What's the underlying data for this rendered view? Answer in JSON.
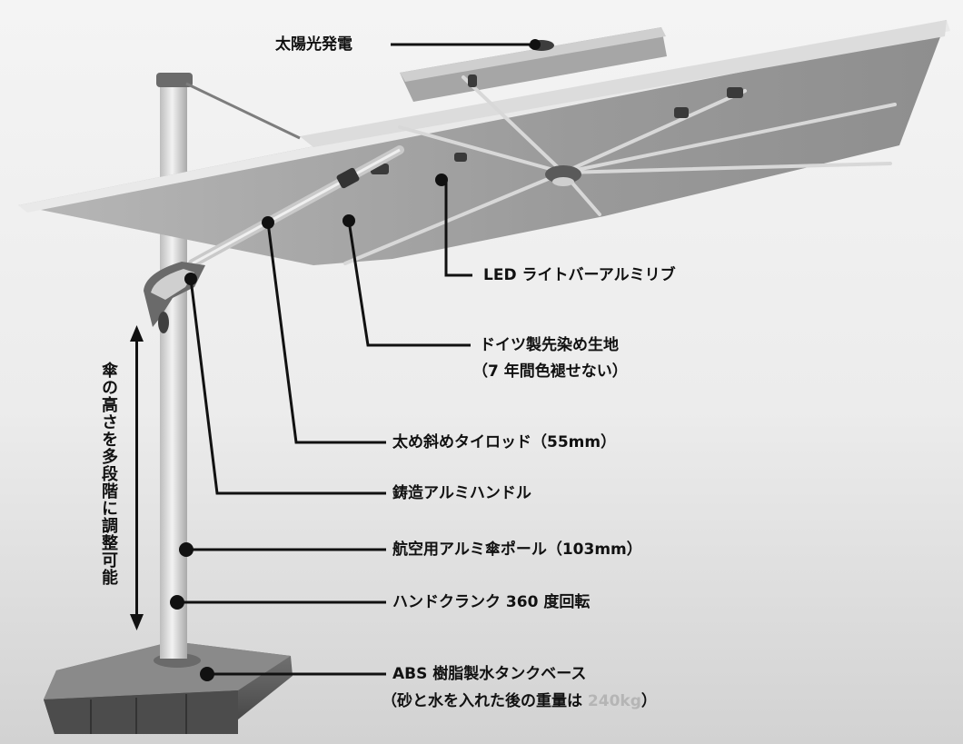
{
  "labels": {
    "solar": "太陽光発電",
    "led": "LED ライトバーアルミリブ",
    "fabric_line1": "ドイツ製先染め生地",
    "fabric_line2": "（7 年間色褪せない）",
    "rod": "太め斜めタイロッド（55mm）",
    "handle": "鋳造アルミハンドル",
    "pole": "航空用アルミ傘ポール（103mm）",
    "crank": "ハンドクランク 360 度回転",
    "base_line1": "ABS 樹脂製水タンクベース",
    "base_line2_prefix": "（砂と水を入れた後の重量は ",
    "base_weight": "240kg",
    "base_line2_suffix": "）",
    "height_adjust": "傘の高さを多段階に調整可能"
  },
  "colors": {
    "canopy_under": "#9c9c9c",
    "canopy_top": "#e8e8e8",
    "pole": "#dadada",
    "base": "#5c5c5c",
    "callout": "#111111",
    "weight_muted": "#b5b5b5"
  }
}
